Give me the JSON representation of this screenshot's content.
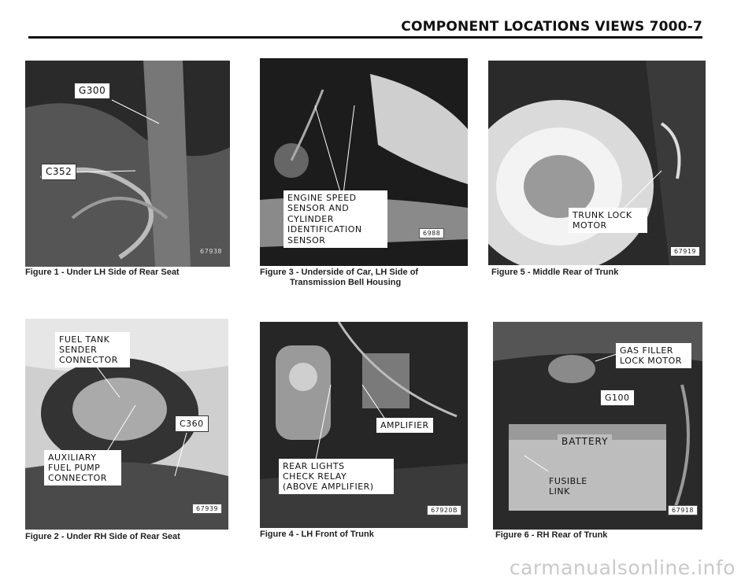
{
  "header": {
    "title": "COMPONENT LOCATIONS VIEWS    7000-7"
  },
  "figures": [
    {
      "caption": "Figure 1 - Under LH Side of Rear Seat",
      "code": "67938",
      "labels": [
        "G300",
        "C352"
      ]
    },
    {
      "caption": "Figure 3 - Underside of Car, LH Side of",
      "caption_line2": "Transmission Bell Housing",
      "code": "6988",
      "labels": [
        "ENGINE SPEED\nSENSOR AND\nCYLINDER\nIDENTIFICATION\nSENSOR"
      ]
    },
    {
      "caption": "Figure 5 - Middle Rear of Trunk",
      "code": "67919",
      "labels": [
        "TRUNK LOCK\nMOTOR"
      ]
    },
    {
      "caption": "Figure 2 - Under RH Side of Rear Seat",
      "code": "67939",
      "labels": [
        "FUEL TANK\nSENDER\nCONNECTOR",
        "C360",
        "AUXILIARY\nFUEL PUMP\nCONNECTOR"
      ]
    },
    {
      "caption": "Figure 4 - LH Front of Trunk",
      "code": "67920B",
      "labels": [
        "AMPLIFIER",
        "REAR LIGHTS\nCHECK RELAY\n(ABOVE AMPLIFIER)"
      ]
    },
    {
      "caption": "Figure 6 - RH Rear of Trunk",
      "code": "67918",
      "labels": [
        "GAS FILLER\nLOCK MOTOR",
        "G100",
        "BATTERY",
        "FUSIBLE\nLINK"
      ]
    }
  ],
  "watermark": "carmanualsonline.info"
}
